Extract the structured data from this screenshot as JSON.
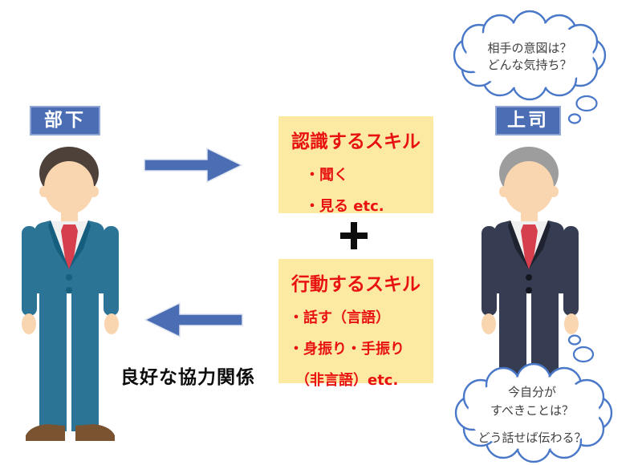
{
  "labels": {
    "subordinate": "部下",
    "boss": "上司"
  },
  "skill_boxes": [
    {
      "title": "認識するスキル",
      "items": [
        "・聞く",
        "・見る etc."
      ]
    },
    {
      "title": "行動するスキル",
      "items": [
        "・話す（言語）",
        "・身振り・手振り",
        "（非言語）etc."
      ]
    }
  ],
  "plus_sign": "+",
  "relationship_text": "良好な協力関係",
  "thought_bubbles": {
    "top": {
      "lines": [
        "相手の意図は？",
        "どんな気持ち？"
      ]
    },
    "bottom": {
      "lines": [
        "今自分が",
        "すべきことは？",
        "どう話せば伝わる？"
      ]
    }
  },
  "icons": {
    "arrow_right": "arrow-right",
    "arrow_left": "arrow-left",
    "plus": "plus"
  },
  "colors": {
    "accent_blue": "#4a6db4",
    "label_border": "#8fa6d6",
    "bubble_outline": "#4a78c8",
    "skill_box_bg": "#fce9a2",
    "skill_text_red": "#e81212",
    "suit_subordinate": "#2b7495",
    "suit_boss": "#363c51",
    "tie_red": "#d6404e",
    "skin": "#f9d6b0",
    "hair_subordinate": "#4e4139",
    "hair_boss": "#9d9d9d",
    "shoe_brown": "#7a5330",
    "relationship_text_color": "#0d0d0d"
  }
}
